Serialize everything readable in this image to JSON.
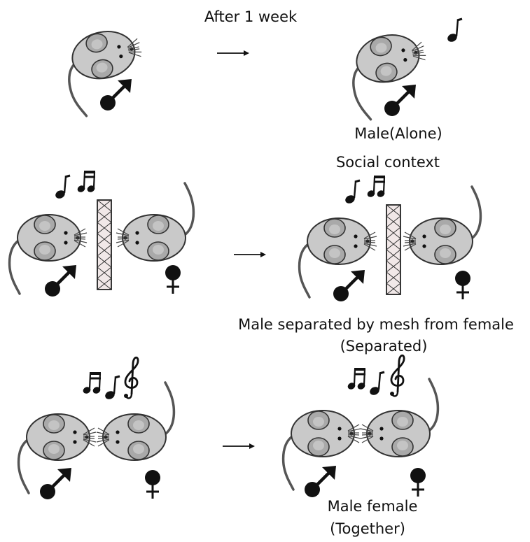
{
  "header": {
    "time_label": "After 1 week"
  },
  "conditions": {
    "alone": {
      "label": "Male(Alone)"
    },
    "social": {
      "title": "Social context",
      "separated_line1": "Male separated by mesh from female",
      "separated_line2": "(Separated)",
      "together_line1": "Male female",
      "together_line2": "(Together)"
    }
  },
  "colors": {
    "mouse_body": "#c9c9c9",
    "mouse_ear": "#a9a9a9",
    "mesh_fill": "#f1e8e8",
    "ink": "#111111"
  },
  "icons": [
    "male-symbol-icon",
    "female-symbol-icon",
    "quarter-note-icon",
    "beamed-notes-icon",
    "treble-clef-icon",
    "arrow-right-icon",
    "mouse-icon",
    "mesh-barrier-icon"
  ]
}
